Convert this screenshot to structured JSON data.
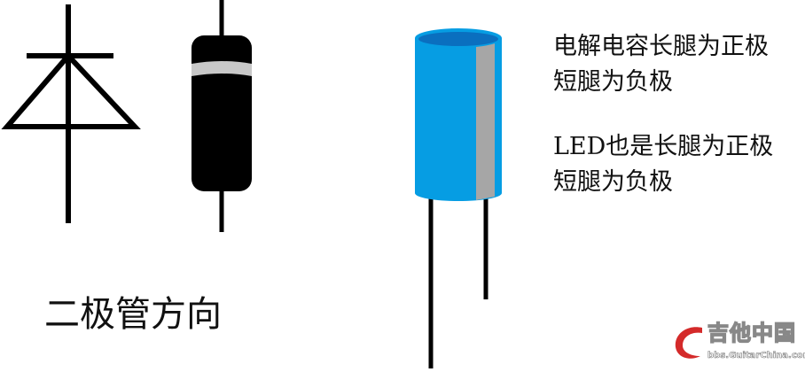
{
  "notes": {
    "capacitor_line1": "电解电容长腿为正极",
    "capacitor_line2": "短腿为负极",
    "led_line1": "LED也是长腿为正极",
    "led_line2": "短腿为负极"
  },
  "title": "二极管方向",
  "watermark": {
    "cn": "吉他中国",
    "en": "bbs.GuitarChina.com"
  },
  "colors": {
    "capacitor_body": "#069de3",
    "capacitor_top": "#0a6fbf",
    "stripe": "#a6a6a6",
    "diode_body": "#000000"
  }
}
